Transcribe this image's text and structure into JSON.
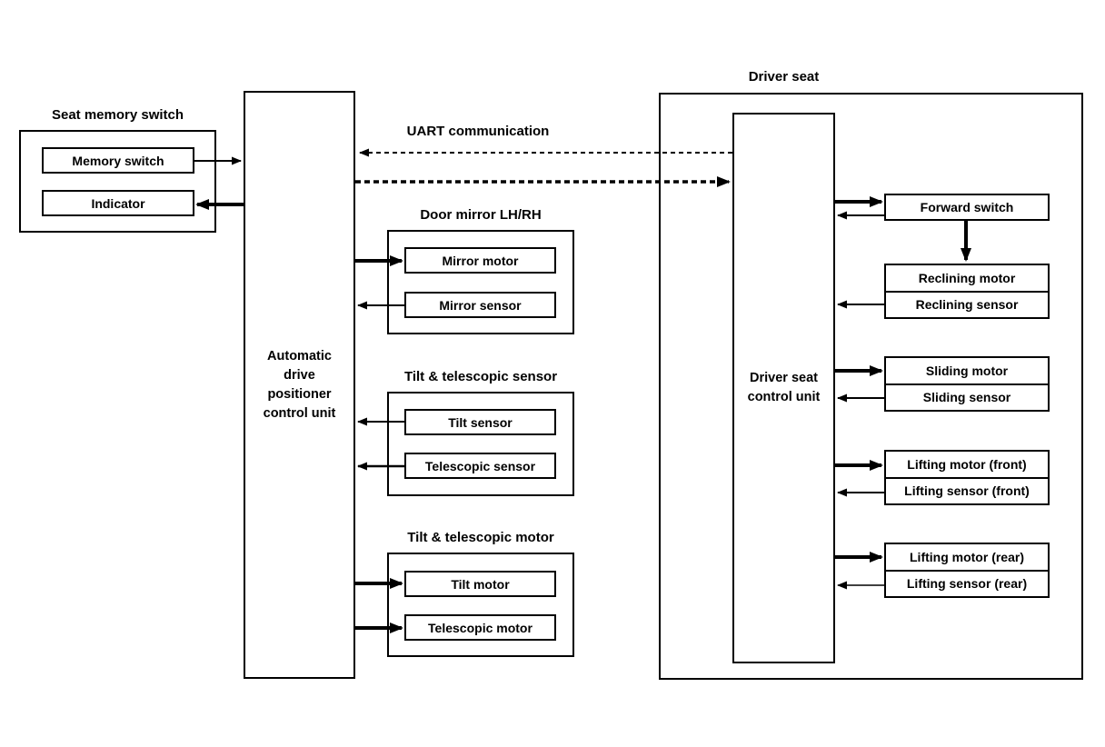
{
  "colors": {
    "line": "#000000",
    "background": "#ffffff"
  },
  "seat_memory": {
    "title": "Seat memory switch",
    "memory_switch": "Memory switch",
    "indicator": "Indicator"
  },
  "adp_unit": {
    "label": "Automatic\ndrive\npositioner\ncontrol unit"
  },
  "uart": {
    "label": "UART communication"
  },
  "door_mirror": {
    "title": "Door mirror LH/RH",
    "motor": "Mirror motor",
    "sensor": "Mirror sensor"
  },
  "tilt_telescopic_sensor": {
    "title": "Tilt & telescopic sensor",
    "tilt": "Tilt sensor",
    "telescopic": "Telescopic sensor"
  },
  "tilt_telescopic_motor": {
    "title": "Tilt & telescopic motor",
    "tilt": "Tilt motor",
    "telescopic": "Telescopic motor"
  },
  "driver_seat": {
    "title": "Driver seat",
    "control_unit": "Driver seat\ncontrol unit",
    "forward_switch": "Forward switch",
    "pairs": [
      {
        "motor": "Reclining motor",
        "sensor": "Reclining sensor"
      },
      {
        "motor": "Sliding motor",
        "sensor": "Sliding sensor"
      },
      {
        "motor": "Lifting motor (front)",
        "sensor": "Lifting sensor (front)"
      },
      {
        "motor": "Lifting motor (rear)",
        "sensor": "Lifting sensor (rear)"
      }
    ]
  }
}
